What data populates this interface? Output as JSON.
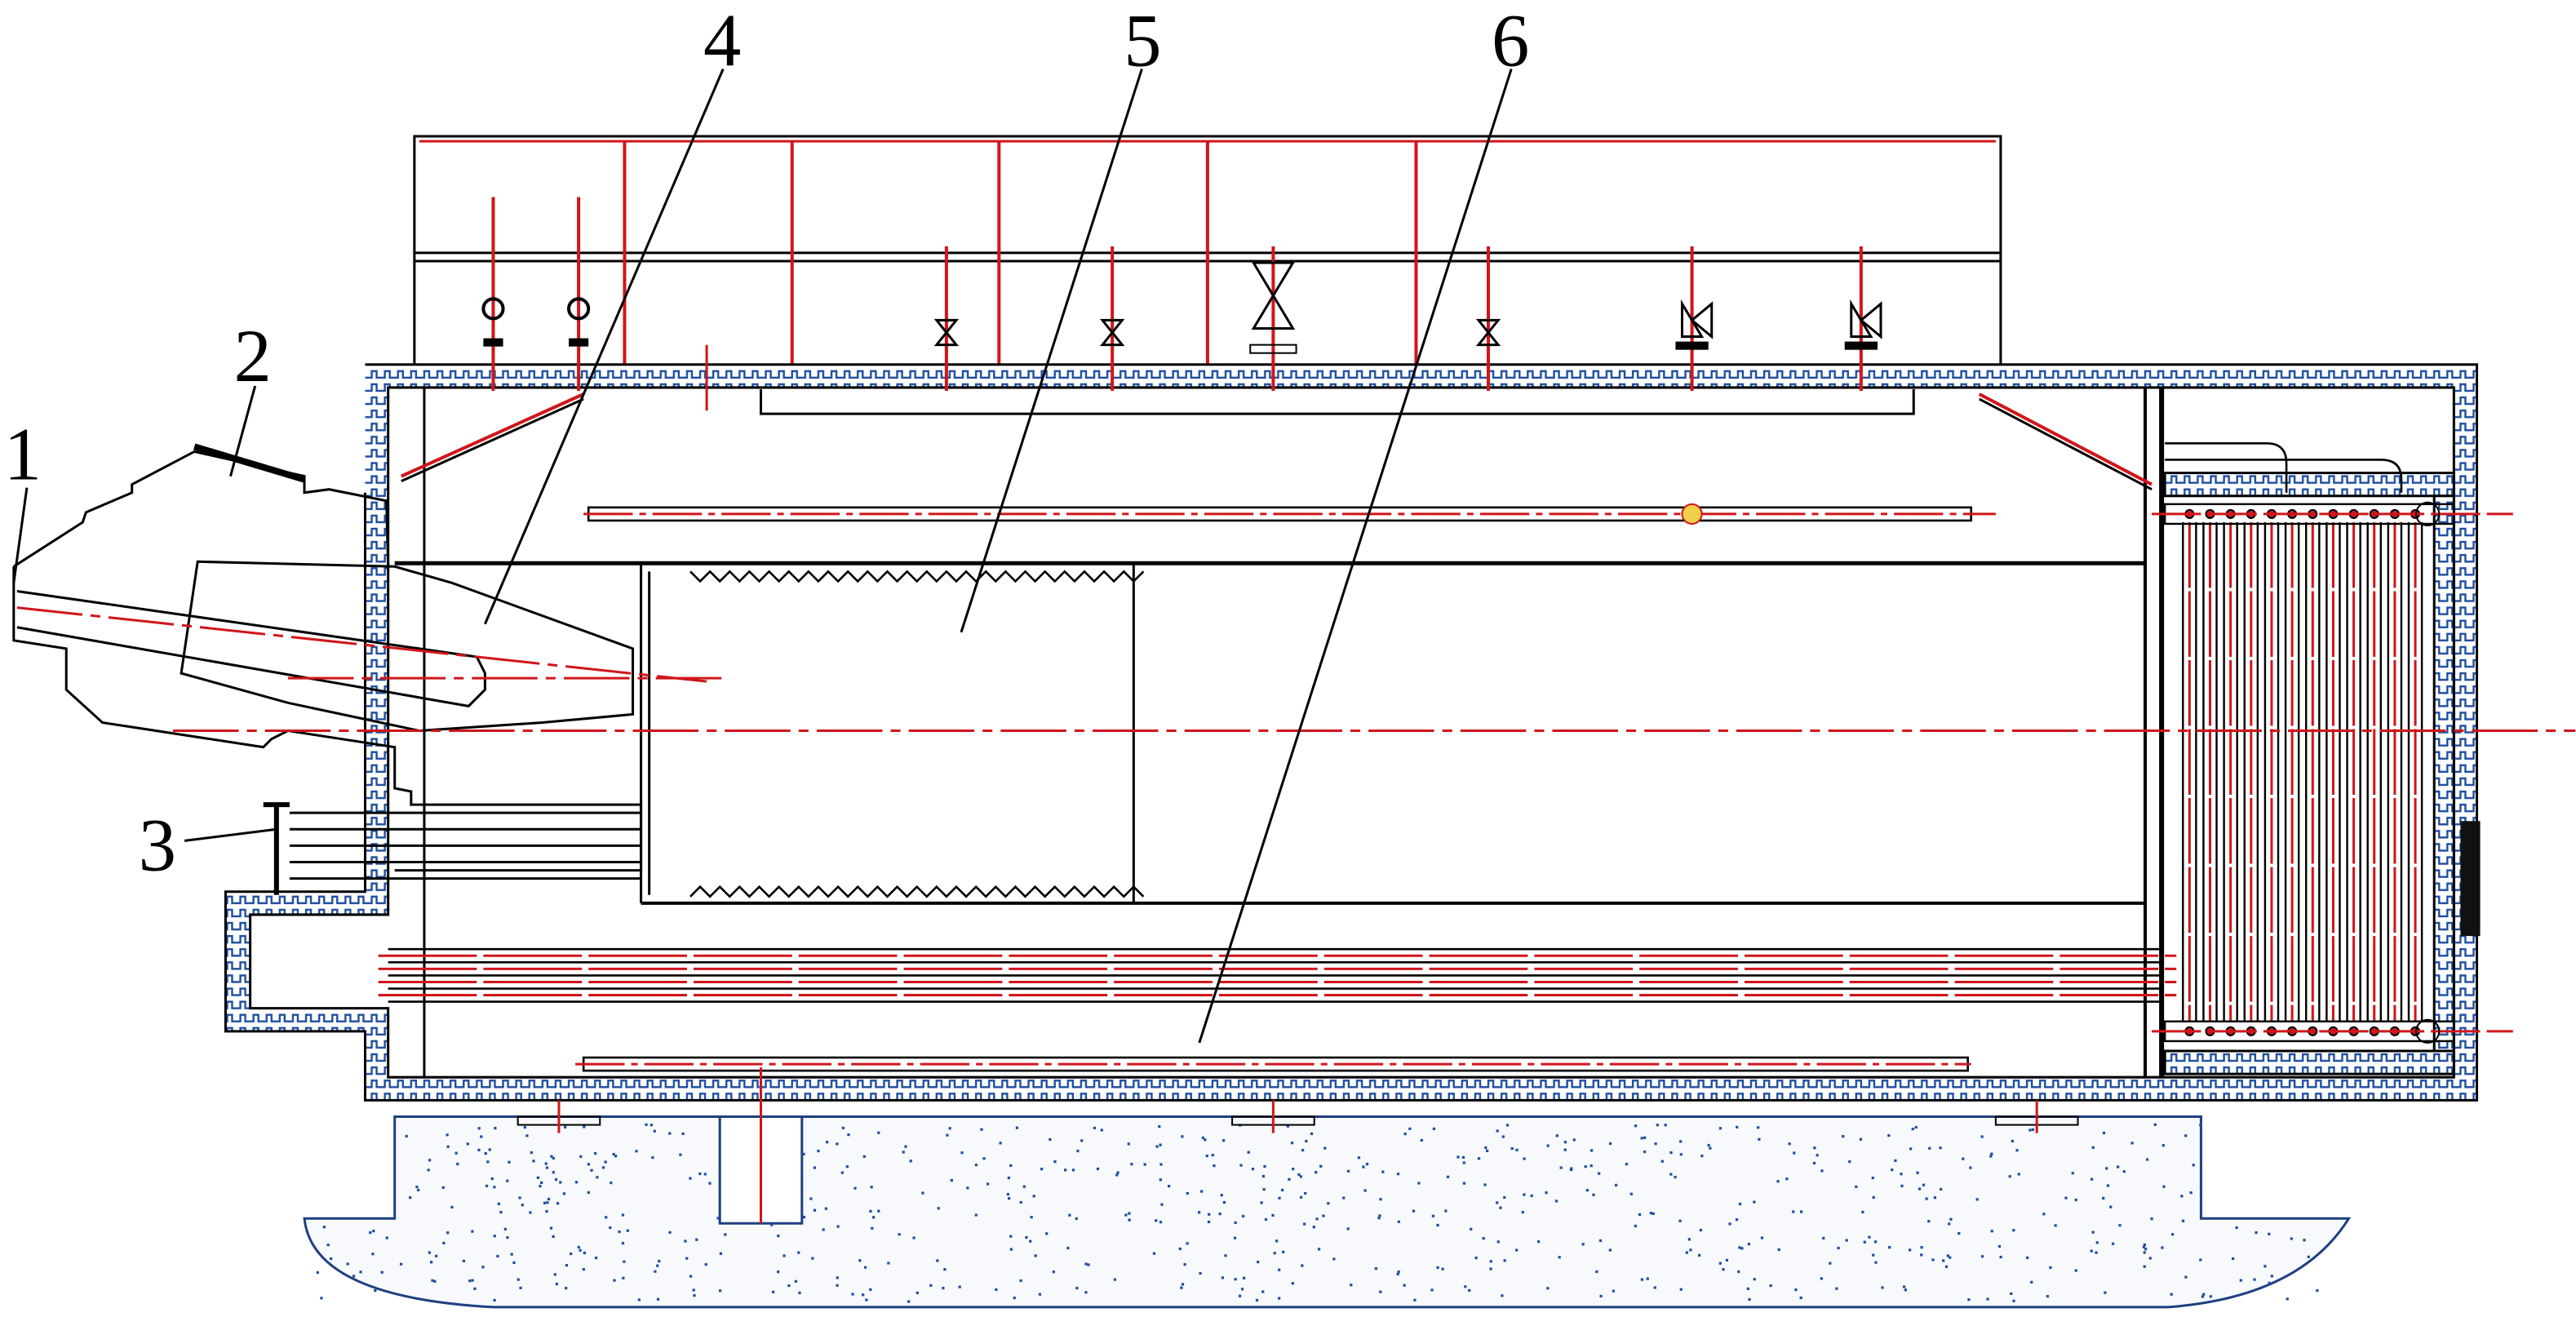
{
  "figure": {
    "callouts": [
      {
        "id": "1",
        "label": "1"
      },
      {
        "id": "2",
        "label": "2"
      },
      {
        "id": "3",
        "label": "3"
      },
      {
        "id": "4",
        "label": "4"
      },
      {
        "id": "5",
        "label": "5"
      },
      {
        "id": "6",
        "label": "6"
      }
    ]
  },
  "colors": {
    "line": "#000000",
    "centerline": "#d0161b",
    "insulation": "#1f4fa0",
    "concrete_dots": "#1f4fa0"
  }
}
